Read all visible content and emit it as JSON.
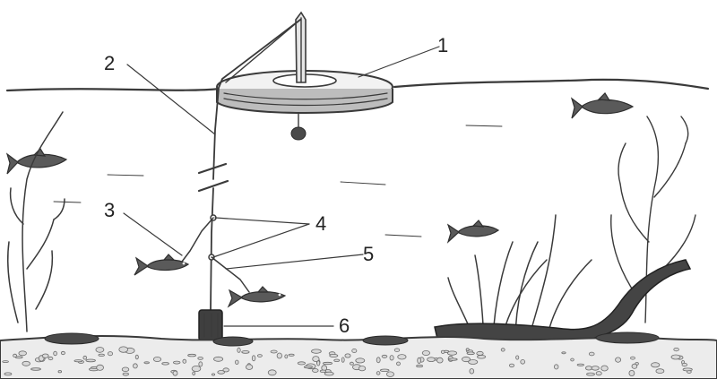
{
  "diagram": {
    "callouts": [
      {
        "id": "1",
        "label": "1"
      },
      {
        "id": "2",
        "label": "2"
      },
      {
        "id": "3",
        "label": "3"
      },
      {
        "id": "4",
        "label": "4"
      },
      {
        "id": "5",
        "label": "5"
      },
      {
        "id": "6",
        "label": "6"
      }
    ],
    "colors": {
      "line": "#3a3a3a",
      "fish": "#5a5a5a",
      "plant": "#555555",
      "sediment": "#d9d9d9"
    }
  }
}
